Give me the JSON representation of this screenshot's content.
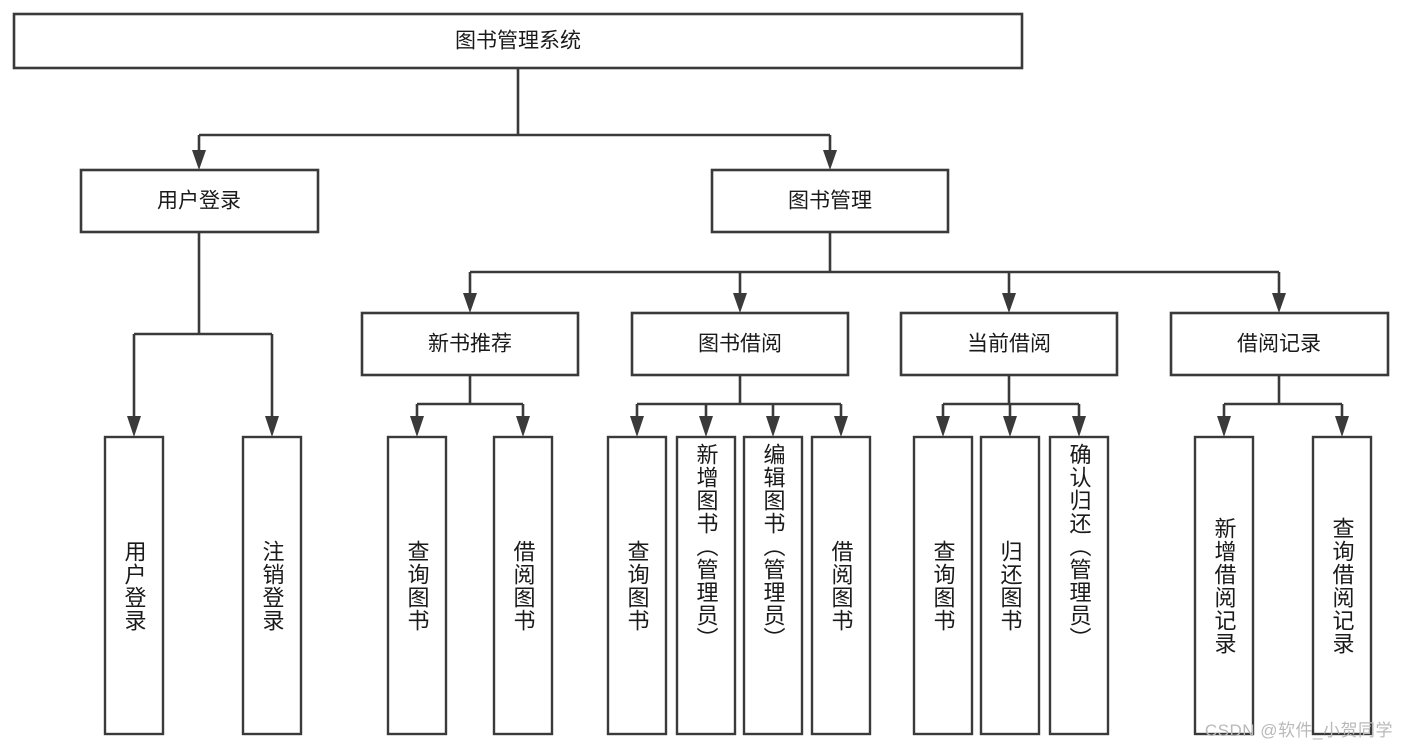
{
  "diagram": {
    "type": "tree-hierarchy",
    "title_node": {
      "label": "图书管理系统"
    },
    "level2": [
      {
        "id": "user-login",
        "label": "用户登录"
      },
      {
        "id": "book-management",
        "label": "图书管理"
      }
    ],
    "level3": [
      {
        "id": "new-book-recommend",
        "label": "新书推荐",
        "parent": "book-management"
      },
      {
        "id": "book-borrow",
        "label": "图书借阅",
        "parent": "book-management"
      },
      {
        "id": "current-borrow",
        "label": "当前借阅",
        "parent": "book-management"
      },
      {
        "id": "borrow-record",
        "label": "借阅记录",
        "parent": "book-management"
      }
    ],
    "leaves": {
      "user_login": [
        {
          "id": "leaf-user-login",
          "label": "用户登录"
        },
        {
          "id": "leaf-logout-login",
          "label": "注销登录"
        }
      ],
      "new_book_recommend": [
        {
          "id": "leaf-query-book-1",
          "label": "查询图书"
        },
        {
          "id": "leaf-borrow-book-1",
          "label": "借阅图书"
        }
      ],
      "book_borrow": [
        {
          "id": "leaf-query-book-2",
          "label": "查询图书"
        },
        {
          "id": "leaf-add-book",
          "label": "新增图书（管理员）"
        },
        {
          "id": "leaf-edit-book",
          "label": "编辑图书（管理员）"
        },
        {
          "id": "leaf-borrow-book-2",
          "label": "借阅图书"
        }
      ],
      "current_borrow": [
        {
          "id": "leaf-query-book-3",
          "label": "查询图书"
        },
        {
          "id": "leaf-return-book",
          "label": "归还图书"
        },
        {
          "id": "leaf-confirm-return",
          "label": "确认归还（管理员）"
        }
      ],
      "borrow_record": [
        {
          "id": "leaf-add-record",
          "label": "新增借阅记录"
        },
        {
          "id": "leaf-query-record",
          "label": "查询借阅记录"
        }
      ]
    },
    "colors": {
      "stroke": "#3a3a3a",
      "fill": "#ffffff",
      "text": "#1a1a1a",
      "watermark": "#b9b9b9"
    }
  },
  "watermark": {
    "text": "CSDN @软件_小贺同学"
  }
}
